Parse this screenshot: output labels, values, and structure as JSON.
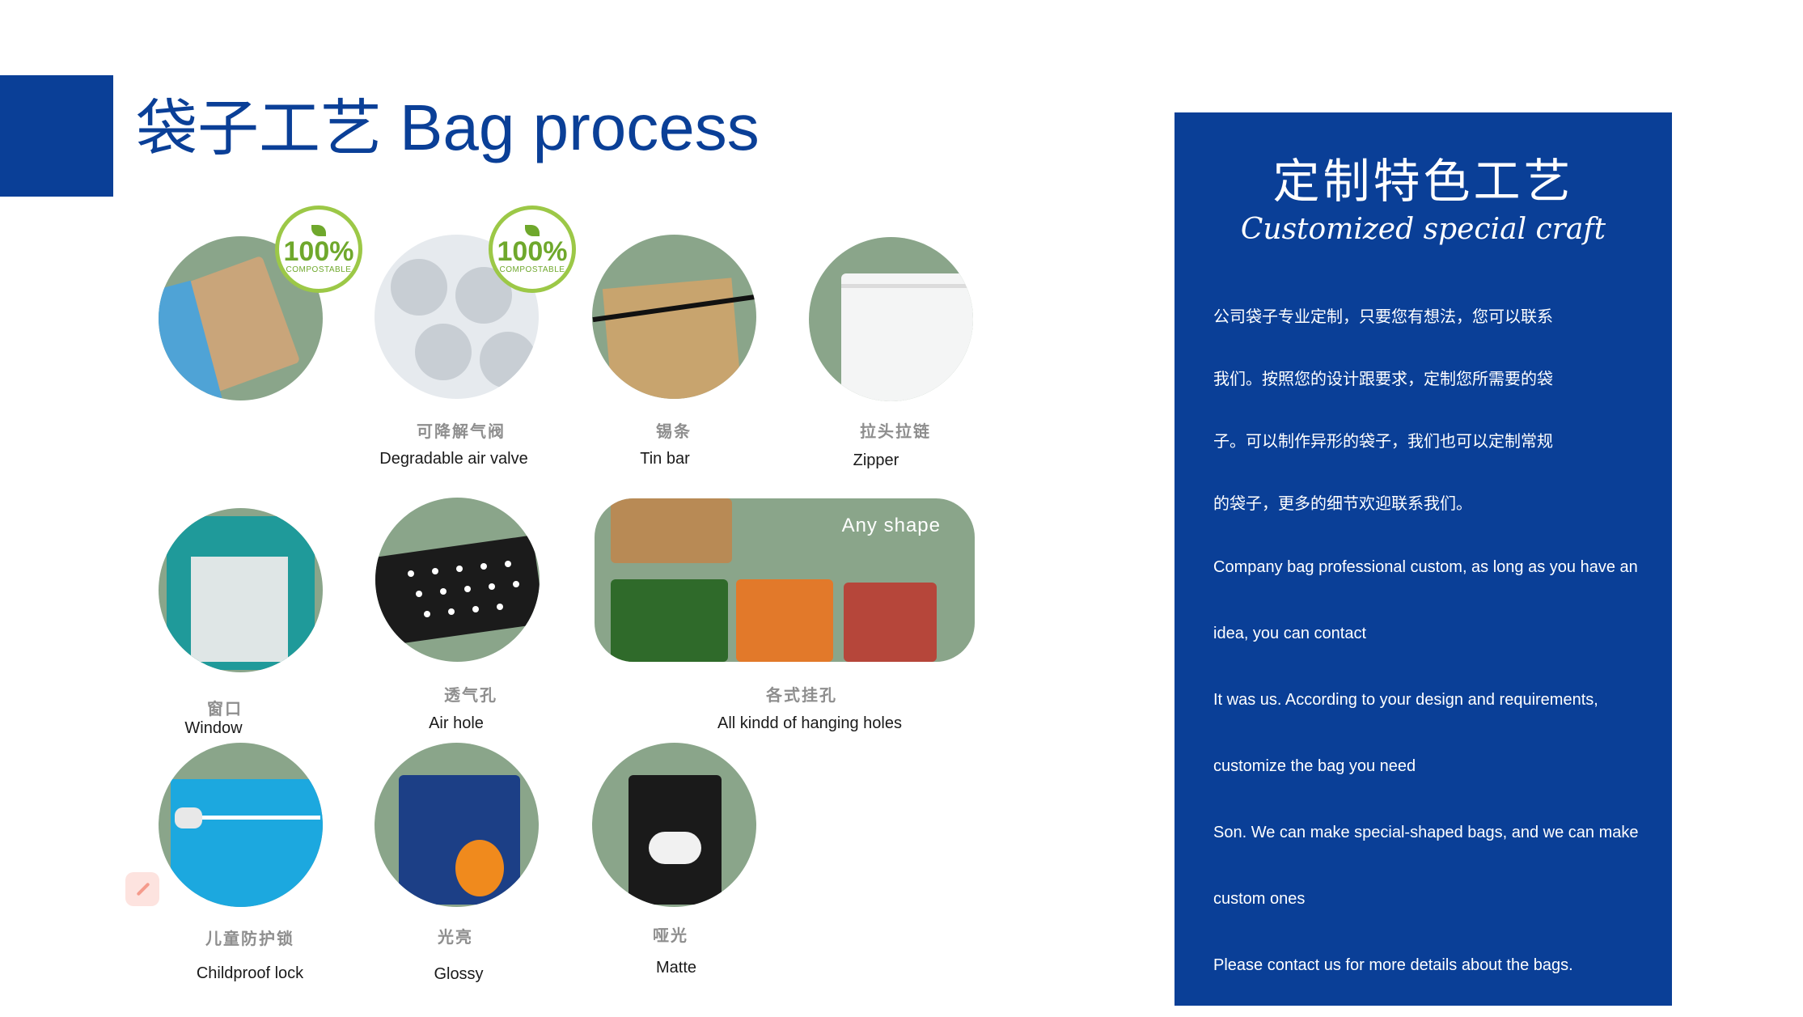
{
  "header": {
    "title_zh": "袋子工艺",
    "title_en": "Bag process"
  },
  "badge": {
    "percent": "100%",
    "text": "COMPOSTABLE"
  },
  "items": [
    {
      "zh": "可降解气阀",
      "en": "Degradable air valve"
    },
    {
      "zh": "锡条",
      "en": "Tin bar"
    },
    {
      "zh": "拉头拉链",
      "en": "Zipper"
    },
    {
      "zh": "窗口",
      "en": "Window"
    },
    {
      "zh": "透气孔",
      "en": "Air hole"
    },
    {
      "zh": "各式挂孔",
      "en": "All kindd of hanging holes",
      "panel_text": "Any shape"
    },
    {
      "zh": "儿童防护锁",
      "en": "Childproof lock"
    },
    {
      "zh": "光亮",
      "en": "Glossy"
    },
    {
      "zh": "哑光",
      "en": "Matte"
    }
  ],
  "side": {
    "title_zh": "定制特色工艺",
    "title_en": "Customized special craft",
    "lines_zh": [
      "公司袋子专业定制，只要您有想法，您可以联系",
      "我们。按照您的设计跟要求，定制您所需要的袋",
      "子。可以制作异形的袋子，我们也可以定制常规",
      "的袋子，更多的细节欢迎联系我们。"
    ],
    "lines_en": [
      "Company bag professional custom, as long as you have an",
      "idea, you can contact",
      "It was us. According to your design and requirements,",
      "customize the bag you need",
      "Son. We can make special-shaped bags, and we can make",
      "custom ones",
      "Please contact us for more details about the bags."
    ]
  },
  "colors": {
    "brand_blue": "#0a3f97",
    "sage": "#8aa58a",
    "badge_green": "#9cc847"
  }
}
